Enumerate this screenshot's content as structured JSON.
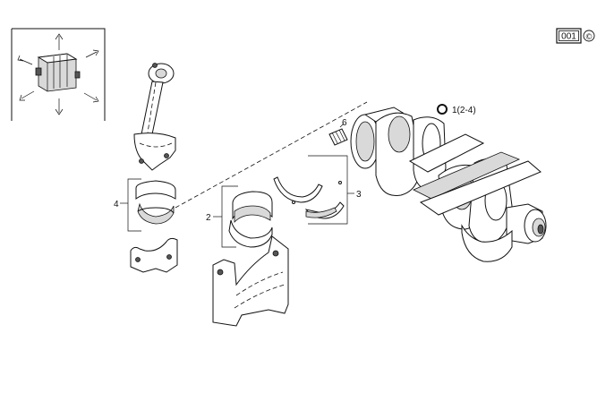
{
  "diagram": {
    "ref_code": "001",
    "copyright_symbol": "©",
    "callouts": {
      "part_1": "1(2-4)",
      "part_2": "2",
      "part_3": "3",
      "part_4": "4",
      "part_6": "6"
    },
    "icons": {
      "part_1_marker": "ring-icon",
      "inset": "engine-block-direction-arrows-icon"
    }
  }
}
